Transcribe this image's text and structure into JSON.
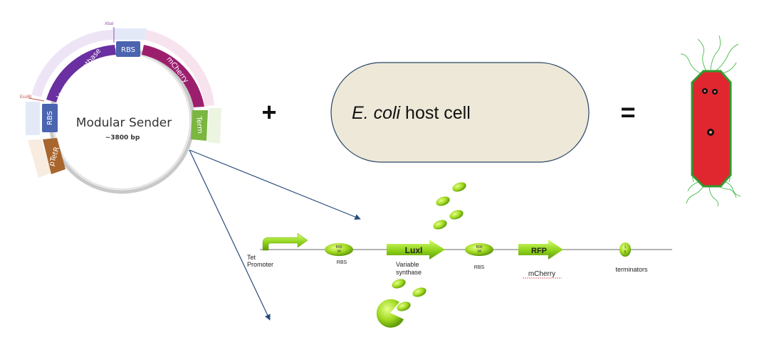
{
  "plasmid": {
    "title": "Modular Sender",
    "size": "~3800 bp",
    "segments": {
      "rbs_top": "RBS",
      "variable_synthase": "Variable Synthase",
      "mcherry": "mCherry",
      "term": "Term",
      "rbs_left": "RBS",
      "ptetr": "pTetR"
    },
    "sites": {
      "xbai": "XbaI",
      "ecori": "EcoRI"
    }
  },
  "equation": {
    "plus": "+",
    "host_italic": "E. coli",
    "host_rest": " host cell",
    "equals": "="
  },
  "circuit": {
    "promoter_line1": "Tet",
    "promoter_line2": "Promoter",
    "rbs1_top": "B00",
    "rbs1_bottom": "34",
    "rbs1_label": "RBS",
    "luxi_label": "LuxI",
    "synthase_line1": "Variable",
    "synthase_line2": "synthase",
    "rbs2_top": "B00",
    "rbs2_bottom": "34",
    "rbs2_label": "RBS",
    "rfp_label": "RFP",
    "mcherry_label": "mCherry",
    "term_top": "1",
    "term_bottom": "5",
    "term_label": "terminators"
  },
  "colors": {
    "purple": "#6a2fa0",
    "magenta": "#9c1f6e",
    "blue": "#4a64b0",
    "green": "#7ab640",
    "brown": "#a8662e",
    "lime": "#8ed21a",
    "cell_red": "#e0262f",
    "cell_border": "#2e9a2e",
    "arrow": "#274b7a"
  }
}
